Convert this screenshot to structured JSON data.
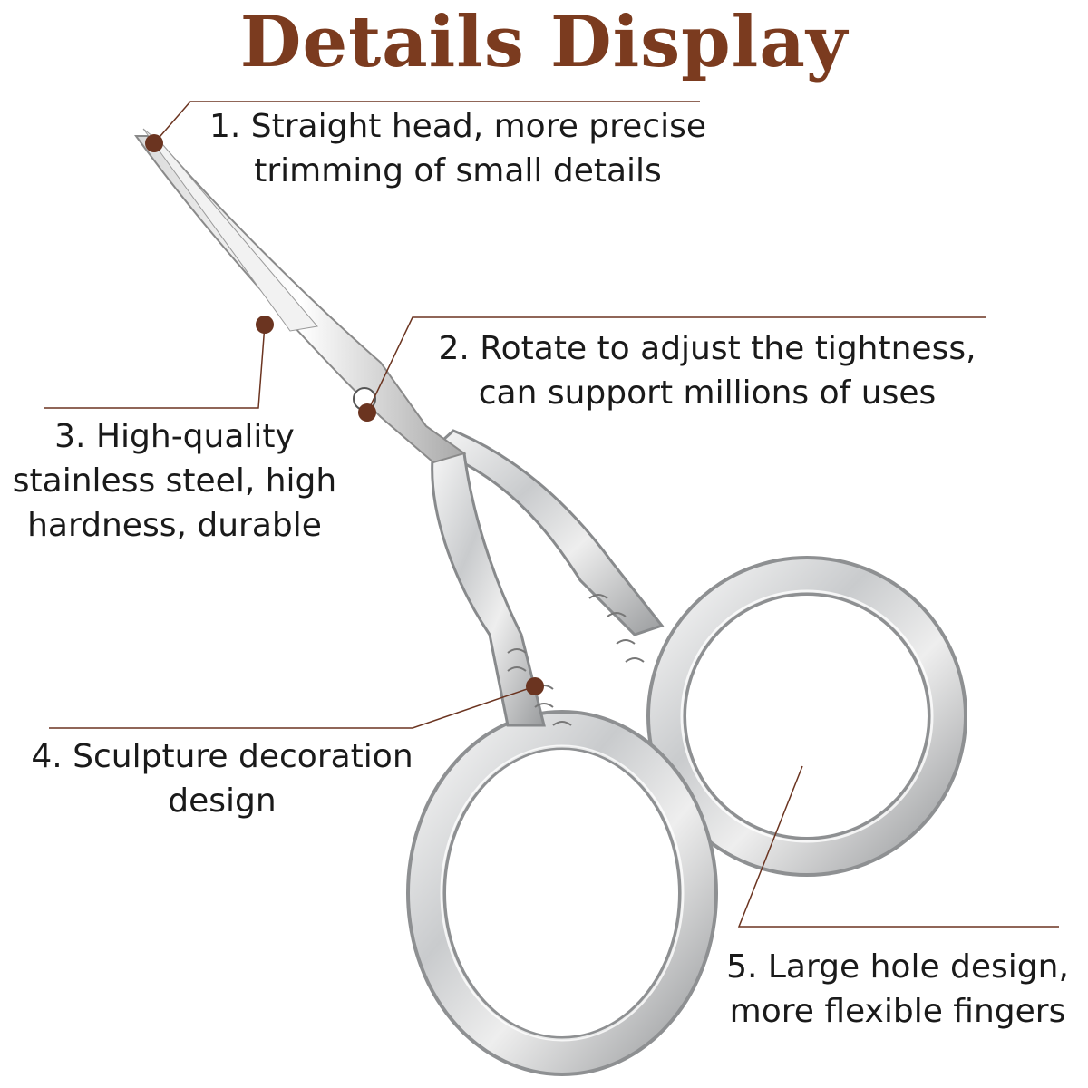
{
  "title": "Details Display",
  "accent_color": "#6b3420",
  "product": "scissors",
  "callouts": [
    {
      "number": "1.",
      "lines": [
        "1. Straight head, more precise",
        "trimming of small details"
      ]
    },
    {
      "number": "2.",
      "lines": [
        "2. Rotate to adjust the tightness,",
        "can support millions of uses"
      ]
    },
    {
      "number": "3.",
      "lines": [
        "3. High-quality",
        "stainless steel, high",
        "hardness, durable"
      ]
    },
    {
      "number": "4.",
      "lines": [
        "4. Sculpture decoration",
        "design"
      ]
    },
    {
      "number": "5.",
      "lines": [
        "5. Large hole design,",
        "more flexible fingers"
      ]
    }
  ]
}
